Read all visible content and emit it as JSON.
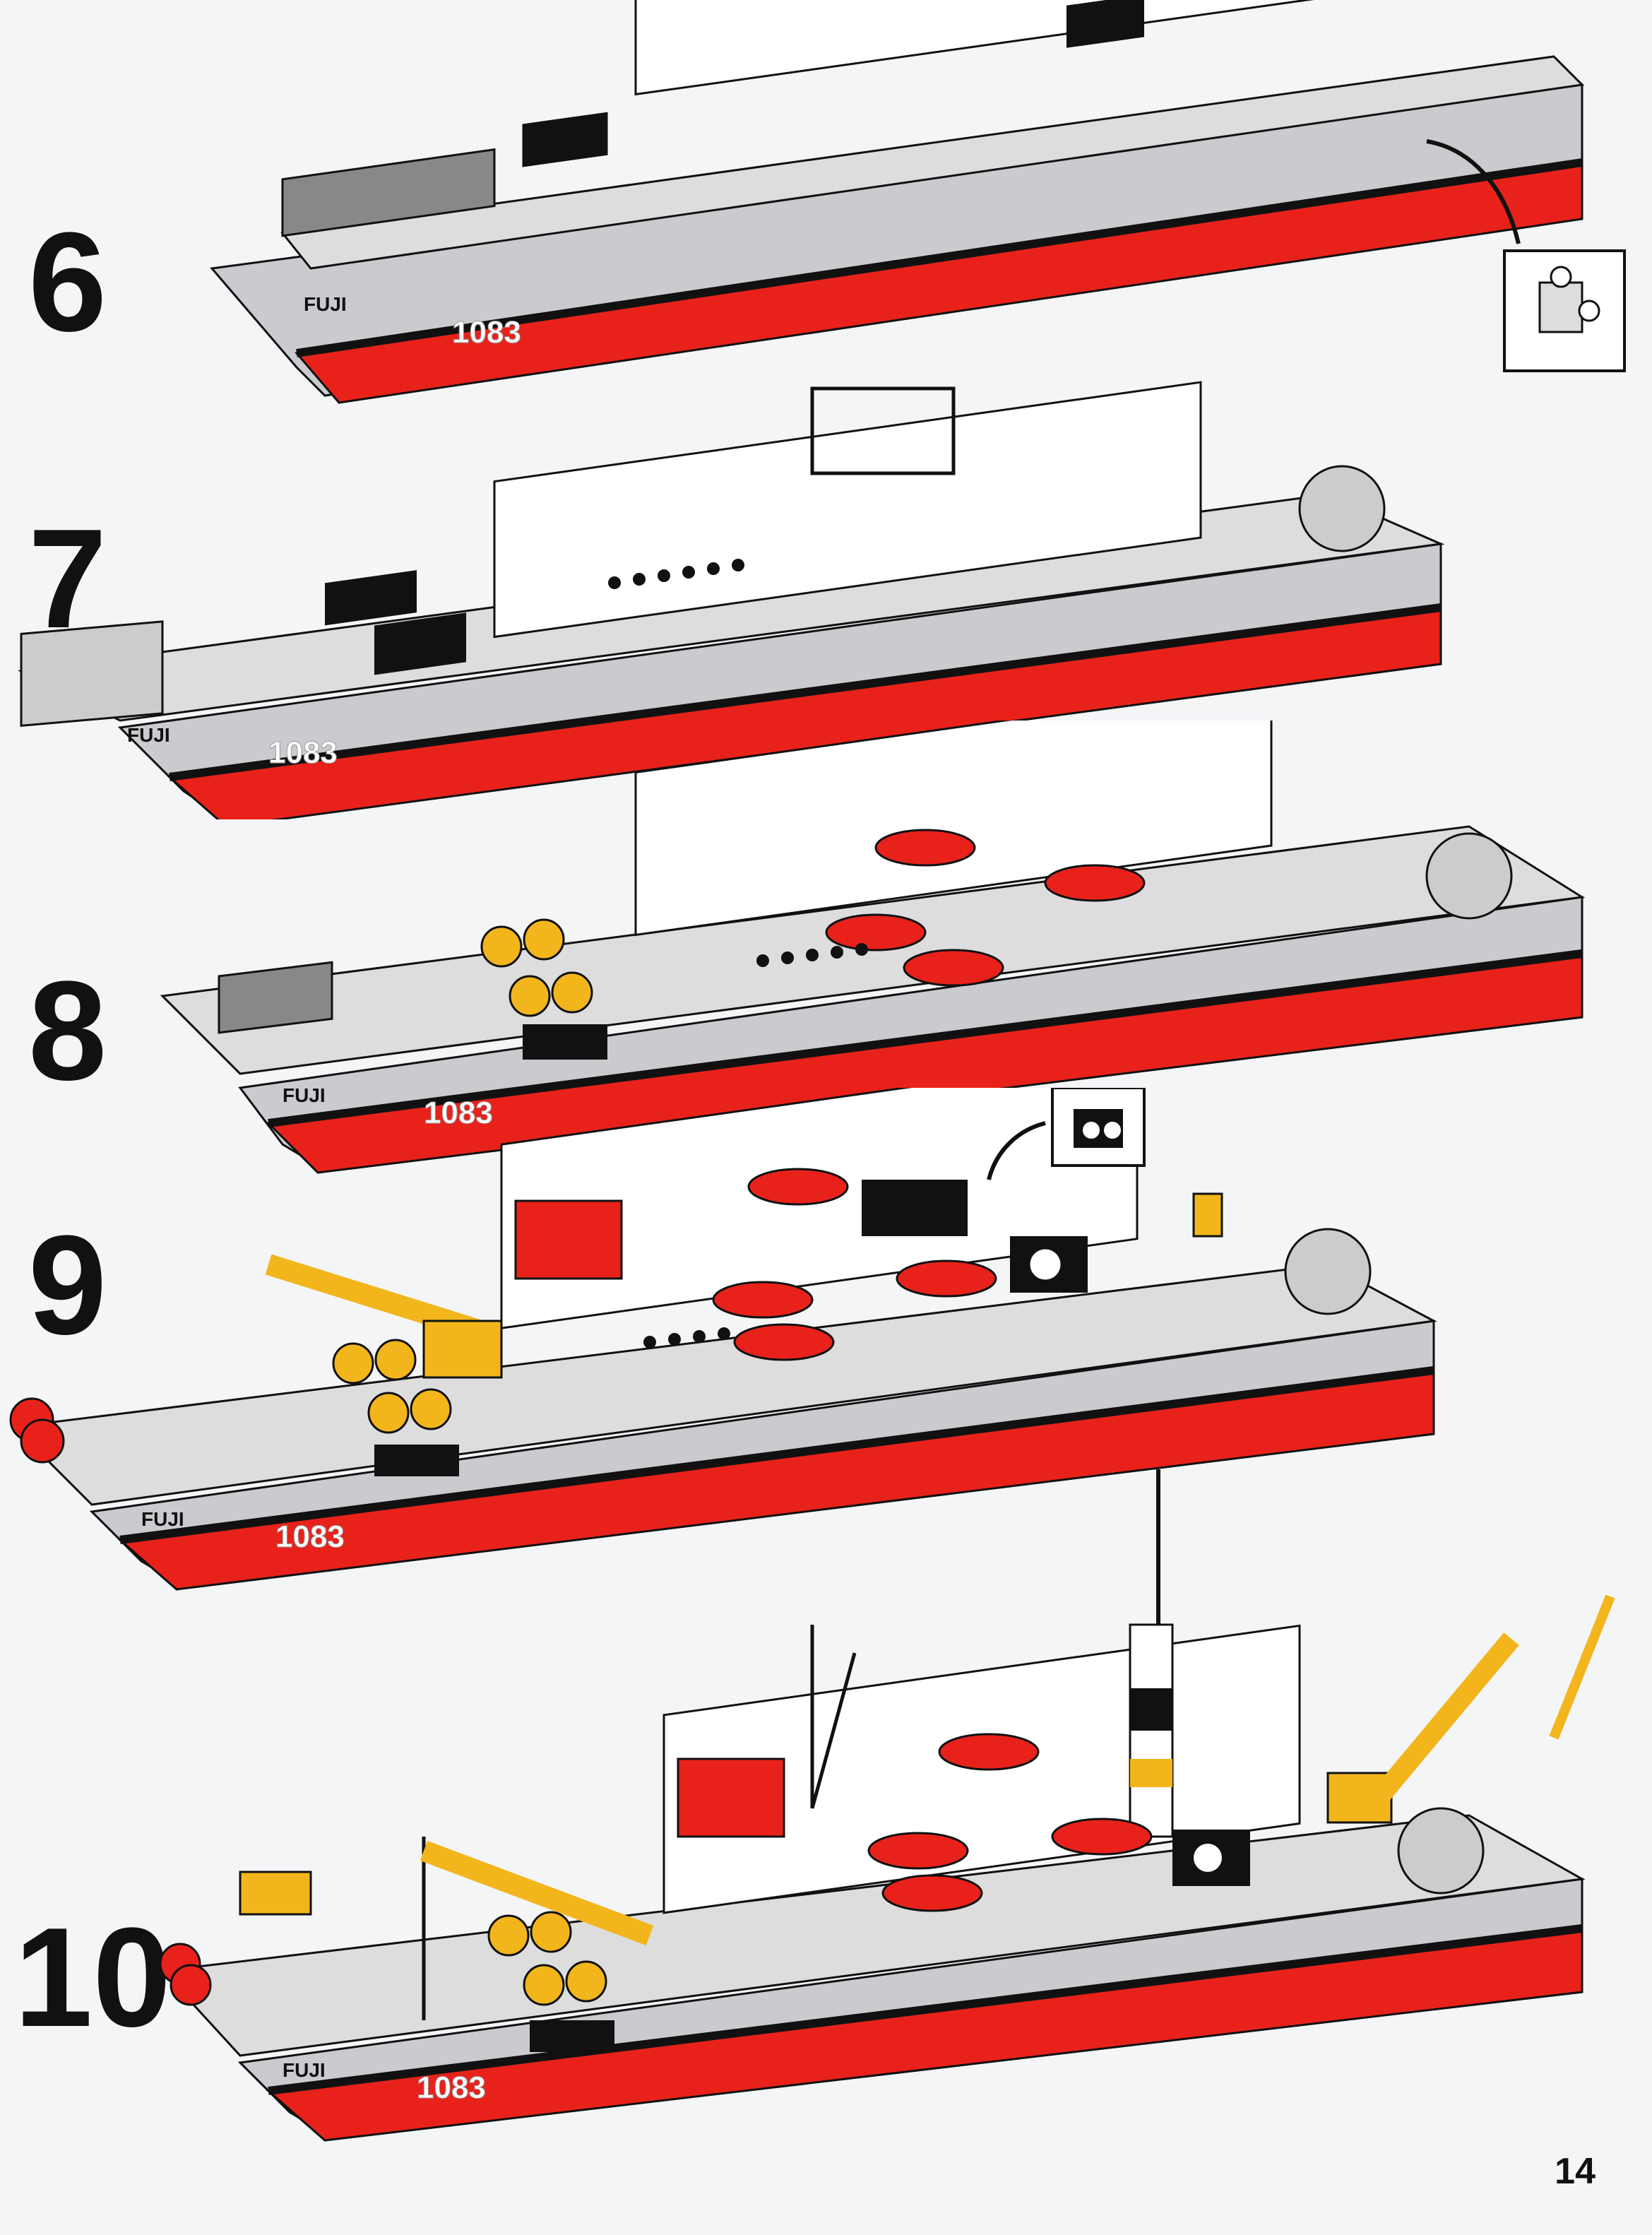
{
  "steps": [
    {
      "number": "6",
      "name_label": "FUJI",
      "hull_number": "1083"
    },
    {
      "number": "7",
      "name_label": "FUJI",
      "hull_number": "1083"
    },
    {
      "number": "8",
      "name_label": "FUJI",
      "hull_number": "1083"
    },
    {
      "number": "9",
      "name_label": "FUJI",
      "hull_number": "1083"
    },
    {
      "number": "10",
      "name_label": "FUJI",
      "hull_number": "1083"
    }
  ],
  "page_number": "14",
  "colors": {
    "hull_red": "#e8221b",
    "hull_grey": "#c9cbce",
    "deck_white": "#ffffff",
    "black": "#111111",
    "yellow": "#f2b61c"
  },
  "icons": [
    "brick-1x1-side-stud-icon",
    "brick-2x2-round-studs-icon",
    "arrow-icon"
  ]
}
